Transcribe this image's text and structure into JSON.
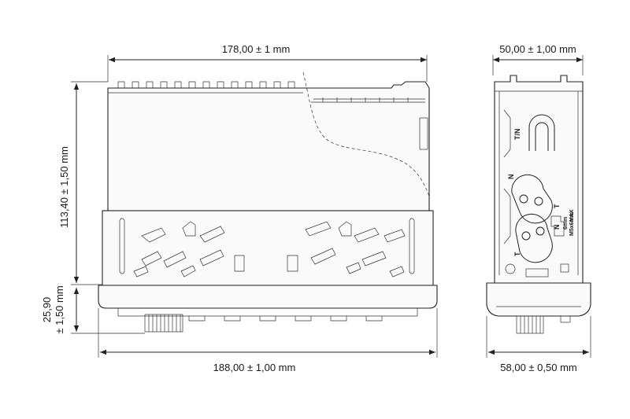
{
  "dimensions": {
    "top_width": "178,00 ± 1 mm",
    "side_depth": "50,00 ± 1,00 mm",
    "height_main": "113,40 ± 1,50 mm",
    "height_front_1": "25,90",
    "height_front_2": "± 1,50 mm",
    "bottom_width": "188,00 ± 1,00 mm",
    "side_bottom": "58,00 ± 0,50 mm"
  },
  "side_labels": {
    "tn": "T/N",
    "n1": "N",
    "t1": "T",
    "n2": "N",
    "t2": "T",
    "max": "MAX",
    "size1": "6mm",
    "size2": "M5x6mm"
  },
  "colors": {
    "line": "#222222",
    "background": "#ffffff"
  }
}
